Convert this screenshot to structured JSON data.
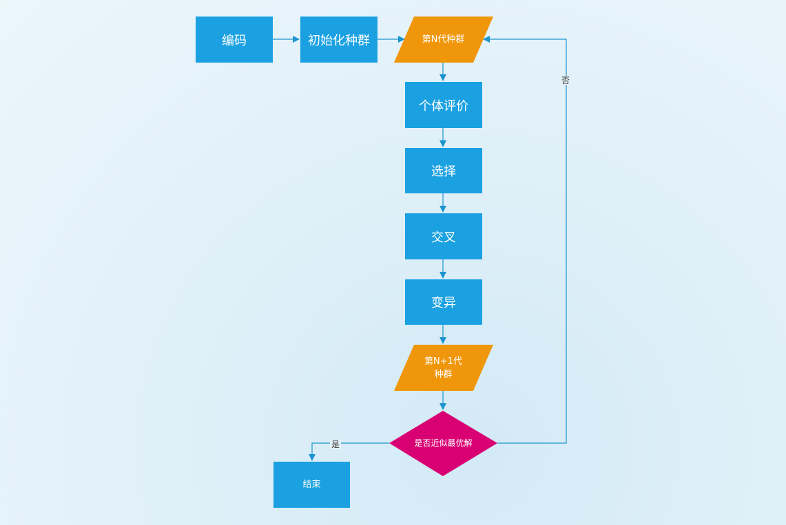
{
  "nodes": {
    "encode": "编码",
    "init_population": "初始化种群",
    "gen_n": "第N代种群",
    "evaluate": "个体评价",
    "select": "选择",
    "crossover": "交叉",
    "mutation": "变异",
    "gen_n1_line1": "第N+1代",
    "gen_n1_line2": "种群",
    "decision": "是否近似最优解",
    "end": "结束"
  },
  "edge_labels": {
    "yes": "是",
    "no": "否"
  },
  "colors": {
    "process": "#1ba1e2",
    "data": "#f0960a",
    "decision": "#d80073",
    "connector": "#1b94cf"
  }
}
